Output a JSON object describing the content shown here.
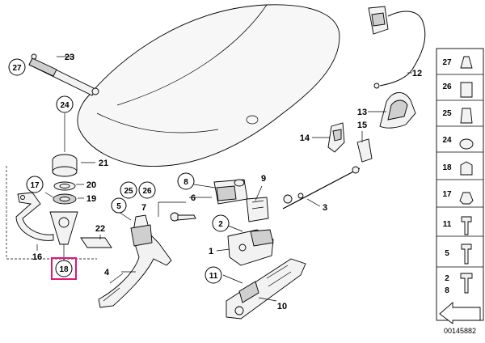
{
  "diagram_ref": "00145882",
  "highlight_color": "#e0157a",
  "highlighted_part": "18",
  "callouts": [
    {
      "id": "c27",
      "label": "27",
      "circled": true
    },
    {
      "id": "c23",
      "label": "23",
      "circled": false
    },
    {
      "id": "c24",
      "label": "24",
      "circled": true
    },
    {
      "id": "c21",
      "label": "21",
      "circled": false
    },
    {
      "id": "c17",
      "label": "17",
      "circled": true
    },
    {
      "id": "c20",
      "label": "20",
      "circled": false
    },
    {
      "id": "c19",
      "label": "19",
      "circled": false
    },
    {
      "id": "c16",
      "label": "16",
      "circled": false
    },
    {
      "id": "c18",
      "label": "18",
      "circled": true
    },
    {
      "id": "c22",
      "label": "22",
      "circled": false
    },
    {
      "id": "c5",
      "label": "5",
      "circled": true
    },
    {
      "id": "c4",
      "label": "4",
      "circled": false
    },
    {
      "id": "c25",
      "label": "25",
      "circled": true
    },
    {
      "id": "c26",
      "label": "26",
      "circled": true
    },
    {
      "id": "c7",
      "label": "7",
      "circled": false
    },
    {
      "id": "c8",
      "label": "8",
      "circled": true
    },
    {
      "id": "c6",
      "label": "6",
      "circled": false
    },
    {
      "id": "c9",
      "label": "9",
      "circled": false
    },
    {
      "id": "c2",
      "label": "2",
      "circled": true
    },
    {
      "id": "c1",
      "label": "1",
      "circled": false
    },
    {
      "id": "c11",
      "label": "11",
      "circled": true
    },
    {
      "id": "c10",
      "label": "10",
      "circled": false
    },
    {
      "id": "c3",
      "label": "3",
      "circled": false
    },
    {
      "id": "c14",
      "label": "14",
      "circled": false
    },
    {
      "id": "c15",
      "label": "15",
      "circled": false
    },
    {
      "id": "c13",
      "label": "13",
      "circled": false
    },
    {
      "id": "c12",
      "label": "12",
      "circled": false
    }
  ],
  "side_panel": [
    {
      "label": "27",
      "circled": true
    },
    {
      "label": "26",
      "circled": false
    },
    {
      "label": "25",
      "circled": false
    },
    {
      "label": "24",
      "circled": false
    },
    {
      "label": "18",
      "circled": false
    },
    {
      "label": "17",
      "circled": false
    },
    {
      "label": "11",
      "circled": false
    },
    {
      "label": "5",
      "circled": false
    },
    {
      "label": "2",
      "circled": false
    },
    {
      "label": "8",
      "circled": false
    }
  ]
}
